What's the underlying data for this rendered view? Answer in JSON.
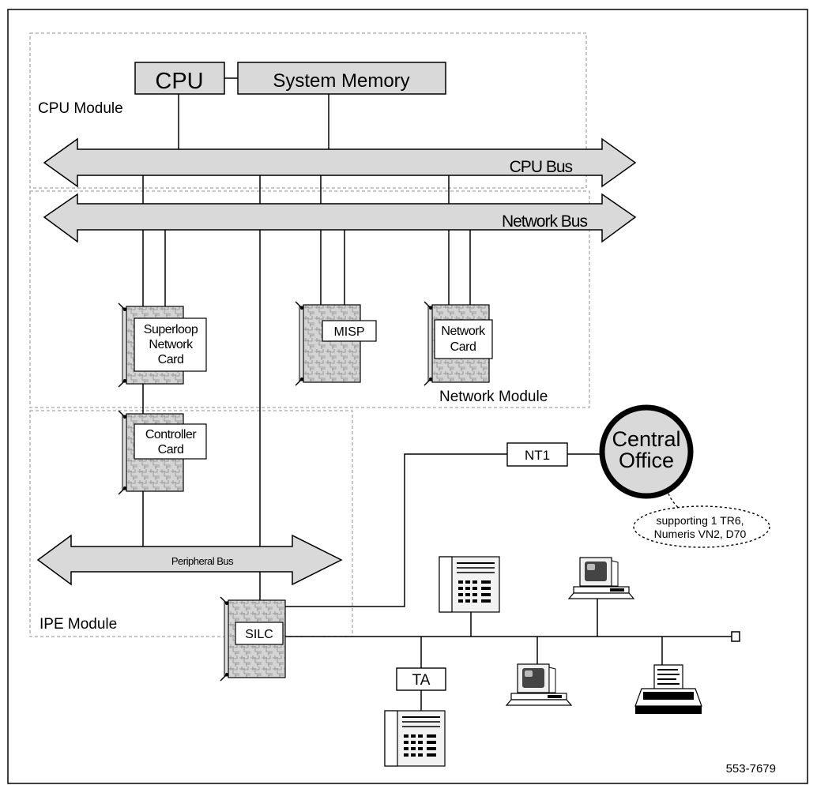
{
  "modules": {
    "cpu": "CPU Module",
    "network": "Network Module",
    "ipe": "IPE Module"
  },
  "cpu_box": "CPU",
  "memory_box": "System Memory",
  "buses": {
    "cpu": "CPU Bus",
    "network": "Network Bus",
    "peripheral": "Peripheral Bus"
  },
  "cards": {
    "superloop": [
      "Superloop",
      "Network",
      "Card"
    ],
    "misp": "MISP",
    "network_card": [
      "Network",
      "Card"
    ],
    "controller": [
      "Controller",
      "Card"
    ],
    "silc": "SILC"
  },
  "nt1": "NT1",
  "central_office": [
    "Central",
    "Office"
  ],
  "co_note": [
    "supporting 1 TR6,",
    "Numeris VN2, D70"
  ],
  "ta": "TA",
  "figure_id": "553-7679",
  "icons": [
    "phone-icon",
    "computer-icon",
    "printer-icon",
    "circuit-card-icon",
    "terminator-icon"
  ],
  "colors": {
    "bus_fill": "#d9d9d9",
    "box_fill": "#d9d9d9",
    "card_fill": "#d0d0d0",
    "border": "#000000",
    "module_dash": "#a6a6a6"
  }
}
